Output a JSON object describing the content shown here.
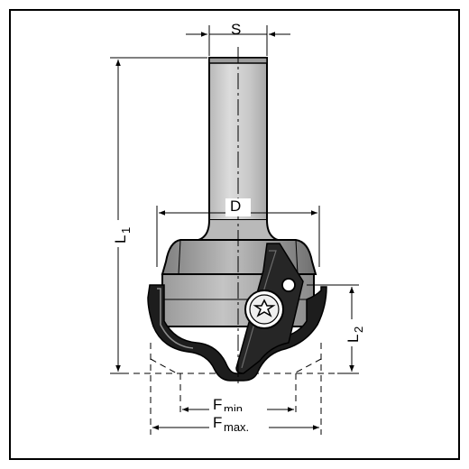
{
  "labels": {
    "s": "S",
    "d": "D",
    "l1_main": "L",
    "l1_sub": "1",
    "l2_main": "L",
    "l2_sub": "2",
    "fmin_main": "F",
    "fmin_sub": "min.",
    "fmax_main": "F",
    "fmax_sub": "max."
  }
}
